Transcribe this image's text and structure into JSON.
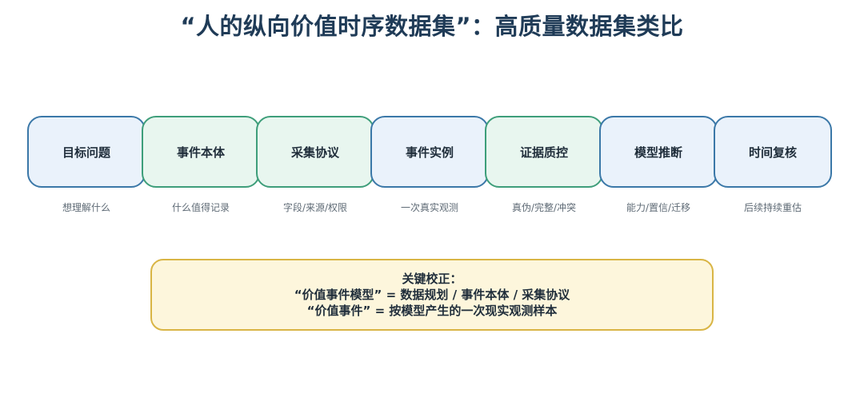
{
  "title": "“人的纵向价值时序数据集”：高质量数据集类比",
  "steps": [
    {
      "label": "目标问题",
      "sub": "想理解什么"
    },
    {
      "label": "事件本体",
      "sub": "什么值得记录"
    },
    {
      "label": "采集协议",
      "sub": "字段/来源/权限"
    },
    {
      "label": "事件实例",
      "sub": "一次真实观测"
    },
    {
      "label": "证据质控",
      "sub": "真伪/完整/冲突"
    },
    {
      "label": "模型推断",
      "sub": "能力/置信/迁移"
    },
    {
      "label": "时间复核",
      "sub": "后续持续重估"
    }
  ],
  "note": {
    "line1": "关键校正：",
    "line2": "“价值事件模型” = 数据规划 / 事件本体 / 采集协议",
    "line3": "“价值事件” = 按模型产生的一次现实观测样本"
  },
  "colors": {
    "blue_fill": "#eaf2fb",
    "blue_border": "#3b78a8",
    "green_fill": "#e8f6ef",
    "green_border": "#3e9e7a",
    "note_fill": "#fdf6dc",
    "note_border": "#d9b545",
    "title": "#1f3b57"
  }
}
